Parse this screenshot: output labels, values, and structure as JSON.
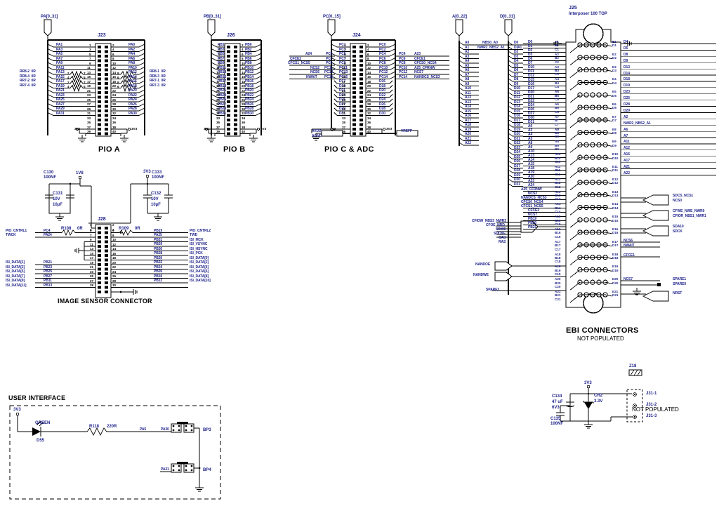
{
  "sheet": {
    "background": "#ffffff",
    "net_color": "#1b1f8a",
    "wire_color": "#000000"
  },
  "blocks": {
    "pio_a": {
      "title": "PIO A",
      "ref": "J23",
      "bus_label": "PA[0..31]",
      "left_nets": [
        "PA1",
        "PA3",
        "PA5",
        "PA7",
        "PA9",
        "PA11",
        "PA13",
        "PA15",
        "PA17",
        "PA19",
        "PA21",
        "PA23",
        "PA25",
        "PA27",
        "PA29",
        "PA31"
      ],
      "right_nets": [
        "PA0",
        "PA2",
        "PA4",
        "PA6",
        "PA8",
        "PA10",
        "PA12",
        "PA14",
        "PA16",
        "PA18",
        "PA20",
        "PA22",
        "PA24",
        "PA26",
        "PA28",
        "PA30"
      ],
      "left_pins": [
        "1",
        "3",
        "5",
        "7",
        "9",
        "11",
        "13",
        "15",
        "17",
        "19",
        "21",
        "23",
        "25",
        "27",
        "29",
        "31",
        "33",
        "35",
        "37",
        "39"
      ],
      "right_pins": [
        "2",
        "4",
        "6",
        "8",
        "10",
        "12",
        "14",
        "16",
        "18",
        "20",
        "22",
        "24",
        "26",
        "28",
        "30",
        "32",
        "34",
        "36",
        "38",
        "40"
      ],
      "res_left": [
        "RR8-2  0R",
        "RR8-4  0R",
        "RR7-2  0R",
        "RR7-4  0R"
      ],
      "res_right": [
        "RR8-1  0R",
        "RR8-3  0R",
        "RR7-1  0R",
        "RR7-3  0R"
      ],
      "res_left_pins": [
        [
          "2",
          "7"
        ],
        [
          "4",
          "5"
        ],
        [
          "2",
          "7"
        ],
        [
          "4",
          "5"
        ]
      ],
      "res_right_pins": [
        [
          "8",
          "1"
        ],
        [
          "6",
          "3"
        ],
        [
          "8",
          "1"
        ],
        [
          "6",
          "3"
        ]
      ],
      "power_left": "3V3",
      "power_right": "3V3"
    },
    "pio_b": {
      "title": "PIO B",
      "ref": "J26",
      "bus_label": "PB[0..31]",
      "left_nets": [
        "PB1",
        "PB3",
        "PB5",
        "PB7",
        "PB9",
        "PB11",
        "PB13",
        "PB15",
        "PB17",
        "PB19",
        "PB21",
        "PB23",
        "PB25",
        "PB27",
        "PB29",
        "PB31"
      ],
      "right_nets": [
        "PB0",
        "PB2",
        "PB4",
        "PB6",
        "PB8",
        "PB10",
        "PB12",
        "PB14",
        "PB16",
        "PB18",
        "PB20",
        "PB22",
        "PB24",
        "PB26",
        "PB28",
        "PB30"
      ],
      "left_pins": [
        "1",
        "3",
        "5",
        "7",
        "9",
        "11",
        "13",
        "15",
        "17",
        "19",
        "21",
        "23",
        "25",
        "27",
        "29",
        "31",
        "33",
        "35",
        "37",
        "39"
      ],
      "right_pins": [
        "2",
        "4",
        "6",
        "8",
        "10",
        "12",
        "14",
        "16",
        "18",
        "20",
        "22",
        "24",
        "26",
        "28",
        "30",
        "32",
        "34",
        "36",
        "38",
        "40"
      ],
      "power_left": "3V3",
      "power_right": "3V3"
    },
    "pio_c": {
      "title": "PIO C & ADC",
      "ref": "J24",
      "bus_label": "PC[0..15]",
      "left_nets": [
        "PC1",
        "PC3",
        "PC5",
        "PC7",
        "PC9",
        "PC11",
        "PC13",
        "PC15",
        "D17",
        "D19",
        "D21",
        "D23",
        "D25",
        "D27",
        "D29",
        "D31"
      ],
      "right_nets": [
        "PC0",
        "PC2",
        "PC4",
        "PC6",
        "PC8",
        "PC10",
        "PC12",
        "PC14",
        "D16",
        "D18",
        "D20",
        "D22",
        "D24",
        "D26",
        "D28",
        "D30"
      ],
      "left_pins": [
        "1",
        "3",
        "5",
        "7",
        "9",
        "11",
        "13",
        "15",
        "17",
        "19",
        "21",
        "23",
        "25",
        "27",
        "29",
        "31",
        "33",
        "35",
        "37",
        "39"
      ],
      "right_pins": [
        "2",
        "4",
        "6",
        "8",
        "10",
        "12",
        "14",
        "16",
        "18",
        "20",
        "22",
        "24",
        "26",
        "28",
        "30",
        "32",
        "34",
        "36",
        "38",
        "40"
      ],
      "alias_left": [
        {
          "sig": "A24",
          "pin": "PC5"
        },
        {
          "sig": "CFCE2",
          "pin": "PC7"
        },
        {
          "sig": "CFCS1_NCS5",
          "pin": "PC9"
        },
        {
          "sig": "NCS2",
          "pin": "PC11"
        },
        {
          "sig": "NCS6",
          "pin": "PC13"
        },
        {
          "sig": "NWAIT",
          "pin": "PC15"
        }
      ],
      "alias_right": [
        {
          "pin": "PC4",
          "sig": "A23"
        },
        {
          "pin": "PC6",
          "sig": "CFCE1"
        },
        {
          "pin": "PC8",
          "sig": "CFCS0_NCS4"
        },
        {
          "pin": "PC10",
          "sig": "A25_CFRNW"
        },
        {
          "pin": "PC12",
          "sig": "NCS7"
        },
        {
          "pin": "PC14",
          "sig": "NANDCS_NCS3"
        }
      ],
      "avdd": "AVDD",
      "agnd": "AGND",
      "vrefp": "VREFP",
      "power_left": "3V3",
      "power_right": "3V3"
    },
    "bus_a": {
      "label": "A[0..22]",
      "nets": [
        "A0",
        "A1",
        "A2",
        "A3",
        "A4",
        "A5",
        "A6",
        "A7",
        "A8",
        "A9",
        "A10",
        "A11",
        "A12",
        "A13",
        "A14",
        "A15",
        "A16",
        "A17",
        "A18",
        "A19",
        "A20",
        "A21",
        "A22"
      ],
      "alias": [
        {
          "from": "A0",
          "to": "NBS0_A0"
        },
        {
          "from": "A1",
          "to": "NWR2_NBS2_A1"
        }
      ]
    },
    "bus_d": {
      "label": "D[0..31]",
      "nets": [
        "D0",
        "D1",
        "D2",
        "D3",
        "D4",
        "D5",
        "D6",
        "D7",
        "D8",
        "D9",
        "D10",
        "D11",
        "D12",
        "D13",
        "D14",
        "D15",
        "D16",
        "D17",
        "D18",
        "D19",
        "D20",
        "D21",
        "D22",
        "D23",
        "D24",
        "D25",
        "D26",
        "D27",
        "D28",
        "D29",
        "D30",
        "D31"
      ]
    },
    "ebi": {
      "title": "EBI CONNECTORS",
      "subtitle": "NOT POPULATED",
      "ref": "J25",
      "ref_sub": "Interposer 100 TOP",
      "left_signals": [
        "D0",
        "D1",
        "D2",
        "D3",
        "D6",
        "D7",
        "D10",
        "D11",
        "D12",
        "D15",
        "D16",
        "D17",
        "D20",
        "D21",
        "D22",
        "D24",
        "D26",
        "D27",
        "D30",
        "D31",
        "A0",
        "A3",
        "A4",
        "A5",
        "A8",
        "A9",
        "A10",
        "A13",
        "A14",
        "A15",
        "A18",
        "A19",
        "A20",
        "A23",
        "A24",
        "A25_CFRNW",
        "NCS2",
        "NANDCS_NCS3",
        "CFCS0_NCS4",
        "CFCS1_NCS5",
        "CFCE2",
        "NCS7",
        "PB19",
        "PB20",
        "PB21"
      ],
      "right_signals": [
        "D4",
        "D5",
        "D8",
        "D9",
        "D13",
        "D14",
        "D18",
        "D19",
        "D23",
        "D25",
        "D28",
        "D29",
        "A2",
        "NWR2_NBS2_A1",
        "A6",
        "A7",
        "A11",
        "A12",
        "A16",
        "A17",
        "A21",
        "A22"
      ],
      "left_funcs": [
        "CFIOW_NBS3_NWR3",
        "CFOE_NRD",
        "SDWE",
        "SDCKE",
        "CAS",
        "RAS",
        "NANDOE",
        "NANDWE",
        "SPARE2"
      ],
      "right_funcs": [
        "SDCS_NCS1",
        "NCS0",
        "CFWE_NWE_NWR0",
        "CFIOR_NBS1_NWR1",
        "SDA10",
        "SDCK",
        "NCS6",
        "NWAIT",
        "CFCE1",
        "SPARE1",
        "SPARE0",
        "NRST"
      ],
      "pin_groups": [
        "A1",
        "B1",
        "C1",
        "A2",
        "B2",
        "C2",
        "A3",
        "B3",
        "C3",
        "A4",
        "B4",
        "C4",
        "A5",
        "B5",
        "C5",
        "A6",
        "B6",
        "C6",
        "A7",
        "B7",
        "C7",
        "A8",
        "B8",
        "C8",
        "A9",
        "B9",
        "C9",
        "A10",
        "B10",
        "C10",
        "A11",
        "B11",
        "C11",
        "A12",
        "B12",
        "C12",
        "A13",
        "B13",
        "C13",
        "A14",
        "B14",
        "C14",
        "A15",
        "B15",
        "C15",
        "A16",
        "B16",
        "C16",
        "A17",
        "B17",
        "C17",
        "A18",
        "B18",
        "C18",
        "A19",
        "B19",
        "C19",
        "A20",
        "B20",
        "C20",
        "A21",
        "B21",
        "C21"
      ],
      "pin_e": [
        "E1",
        "D1",
        "E2",
        "D2",
        "E3",
        "D3",
        "E4",
        "D4",
        "E5",
        "D5",
        "E6",
        "D6",
        "E7",
        "D7",
        "E8",
        "D8",
        "E9",
        "D9",
        "E10",
        "D10",
        "E11",
        "D11",
        "E12",
        "D12",
        "E13",
        "D13",
        "E14",
        "D14",
        "E15",
        "D15",
        "E16",
        "D16",
        "E17",
        "D17",
        "E18",
        "D18",
        "E19",
        "D19",
        "E20",
        "D20",
        "E21",
        "D21"
      ]
    },
    "image_sensor": {
      "title": "IMAGE SENSOR CONNECTOR",
      "ref": "J28",
      "caps": [
        {
          "ref": "C130",
          "val": "100NF"
        },
        {
          "ref": "C131",
          "val": "10V",
          "val2": "10µF"
        },
        {
          "ref": "C133",
          "val": "100NF"
        },
        {
          "ref": "C132",
          "val": "10V",
          "val2": "10µF"
        }
      ],
      "rails": [
        "1V8",
        "3V3"
      ],
      "resistors": [
        {
          "ref": "R108",
          "val": "0R"
        },
        {
          "ref": "R109",
          "val": "0R"
        }
      ],
      "left_rows": [
        {
          "net": "PIO_CNTRL1",
          "pin": "PC4",
          "num": "5"
        },
        {
          "net": "TWCK",
          "pin": "PA24",
          "num": "7"
        },
        {
          "net": "",
          "pin": "",
          "num": "9"
        },
        {
          "net": "",
          "pin": "",
          "num": "11"
        },
        {
          "net": "",
          "pin": "",
          "num": "13"
        },
        {
          "net": "",
          "pin": "",
          "num": "15"
        },
        {
          "net": "",
          "pin": "",
          "num": "17"
        },
        {
          "net": "ISI_DATA[1]",
          "pin": "PB21",
          "num": "19"
        },
        {
          "net": "ISI_DATA[3]",
          "pin": "PB23",
          "num": "21"
        },
        {
          "net": "ISI_DATA[5]",
          "pin": "PB25",
          "num": "23"
        },
        {
          "net": "ISI_DATA[7]",
          "pin": "PB27",
          "num": "25"
        },
        {
          "net": "ISI_DATA[9]",
          "pin": "PB11",
          "num": "27"
        },
        {
          "net": "ISI_DATA[11]",
          "pin": "PB13",
          "num": "29"
        }
      ],
      "right_rows": [
        {
          "num": "6",
          "pin": "PB19",
          "net": "PIO_CNTRL2"
        },
        {
          "num": "8",
          "pin": "PA25",
          "net": "TWD"
        },
        {
          "num": "10",
          "pin": "PB31",
          "net": "ISI_MCK"
        },
        {
          "num": "12",
          "pin": "PB29",
          "net": "ISI_VSYNC"
        },
        {
          "num": "14",
          "pin": "PB30",
          "net": "ISI_HSYNC"
        },
        {
          "num": "16",
          "pin": "PB28",
          "net": "ISI_PCK"
        },
        {
          "num": "18",
          "pin": "PB20",
          "net": "ISI_DATA[0]"
        },
        {
          "num": "20",
          "pin": "PB22",
          "net": "ISI_DATA[2]"
        },
        {
          "num": "22",
          "pin": "PB24",
          "net": "ISI_DATA[4]"
        },
        {
          "num": "24",
          "pin": "PB26",
          "net": "ISI_DATA[6]"
        },
        {
          "num": "26",
          "pin": "PB10",
          "net": "ISI_DATA[8]"
        },
        {
          "num": "28",
          "pin": "PB12",
          "net": "ISI_DATA[10]"
        },
        {
          "num": "30",
          "pin": "",
          "net": ""
        }
      ],
      "top_pins": [
        "1",
        "2",
        "3",
        "4"
      ]
    },
    "user_interface": {
      "title": "USER INTERFACE",
      "rail": "3V3",
      "led": {
        "color_label": "GREEN",
        "ref": "D55"
      },
      "resistor": {
        "ref": "R118",
        "val": "220R"
      },
      "led_net": "PA5",
      "buttons": [
        {
          "net": "PA30",
          "ref": "BP3"
        },
        {
          "net": "PA31",
          "ref": "BP4"
        }
      ]
    },
    "power_jumper": {
      "rail": "3V3",
      "cap1": {
        "ref": "C134",
        "val": "47 uF",
        "val2": "6V3"
      },
      "cap2": {
        "ref": "C135",
        "val": "100NF"
      },
      "diode": {
        "ref": "CR2",
        "val": "3.3V"
      },
      "zener_ref": "Z18",
      "jumpers": [
        "J31-1",
        "J31-2",
        "J31-3"
      ],
      "note": "NOT POPULATED"
    }
  }
}
